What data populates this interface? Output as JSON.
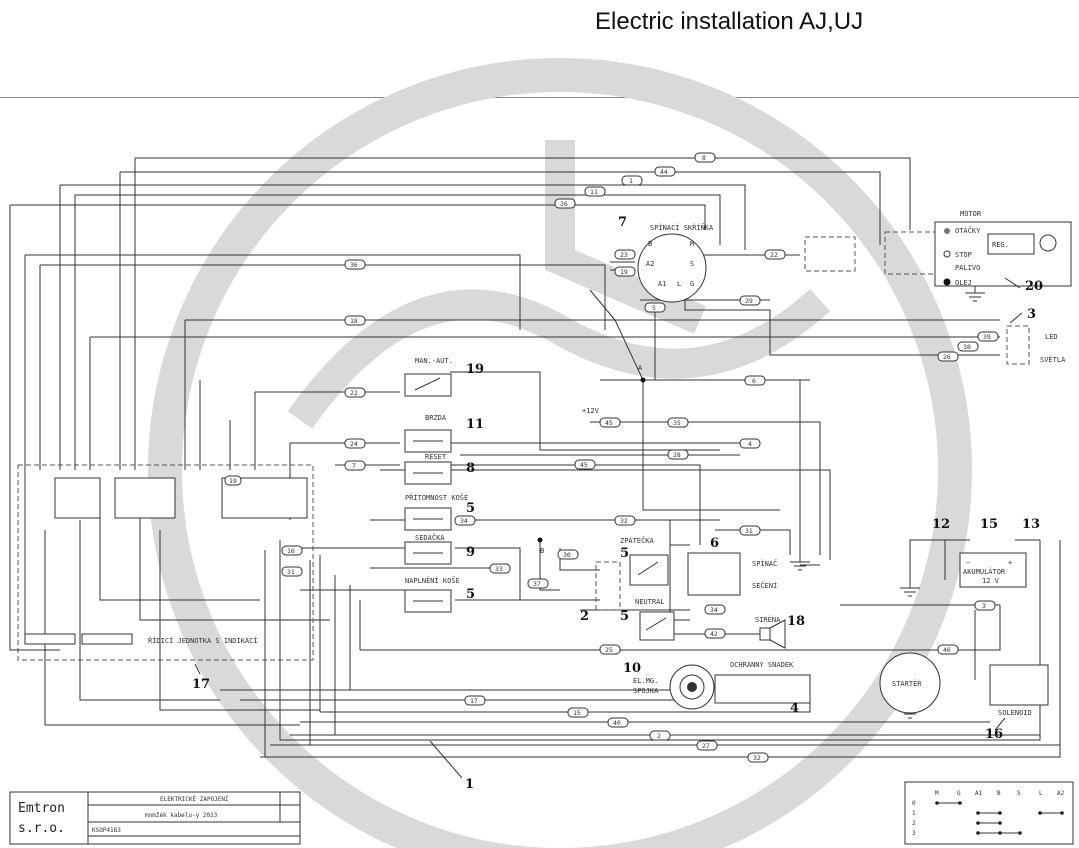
{
  "header": {
    "title": "Electric installation AJ,UJ"
  },
  "components": {
    "ignition_switch": "SPÍNACÍ SKŘÍŇKA",
    "ign_terms": [
      "B",
      "M",
      "A2",
      "S",
      "A1",
      "L",
      "G"
    ],
    "motor": "MOTOR",
    "otacky": "OTÁČKY",
    "stop": "STOP",
    "palivo": "PALIVO",
    "olej": "OLEJ",
    "reg": "REG.",
    "led": "LED",
    "svetla": "SVĚTLA",
    "man_aut": "MAN.-AUT.",
    "brzda": "BRZDA",
    "reset": "RESET",
    "pritomnost_kose": "PŘÍTOMNOST KOŠE",
    "sedacka": "SEDAČKA",
    "naplneni_kose": "NAPLNĚNÍ KOŠE",
    "zpatecka": "ZPÁTEČKA",
    "neutral": "NEUTRAL",
    "spinac": "SPÍNAČ",
    "seceni": "SEČENÍ",
    "sirena": "SIRÉNA",
    "el_mag": "EL.MG.",
    "spojka": "SPOJKA",
    "ochranny": "OCHRANNÝ SNADEK",
    "akumulator": "AKUMULÁTOR",
    "volt": "12 V",
    "starter": "STARTÉR",
    "solenoid": "SOLENOID",
    "ridici": "ŘÍDICÍ JEDNOTKA S INDIKACÍ",
    "plus12": "+12V",
    "node_a": "A",
    "node_b": "B",
    "minus": "−",
    "plus": "+",
    "nine": "9"
  },
  "wire_numbers": [
    "8",
    "44",
    "1",
    "11",
    "26",
    "23",
    "19",
    "22",
    "36",
    "29",
    "5",
    "18",
    "39",
    "38",
    "26",
    "6",
    "22",
    "45",
    "35",
    "24",
    "28",
    "4",
    "45",
    "7",
    "31",
    "34",
    "32",
    "33",
    "30",
    "37",
    "31",
    "16",
    "25",
    "34",
    "42",
    "19",
    "17",
    "15",
    "40",
    "2",
    "27",
    "32",
    "3",
    "46"
  ],
  "callouts": [
    "1",
    "2",
    "3",
    "4",
    "5",
    "5",
    "5",
    "5",
    "6",
    "7",
    "8",
    "9",
    "10",
    "11",
    "12",
    "13",
    "15",
    "16",
    "17",
    "18",
    "19",
    "20"
  ],
  "title_block": {
    "company_line1": "Emtron",
    "company_line2": "s.r.o.",
    "title": "ELEKTRICKÉ ZAPOJENÍ",
    "subtitle": "mnmžék kabelu-y 2023",
    "code": "KSOP4183"
  },
  "switch_table": {
    "header": [
      "M",
      "G",
      "A1",
      "B",
      "S",
      "L",
      "A2"
    ],
    "rows": [
      "0",
      "1",
      "2",
      "3"
    ]
  },
  "colors": {
    "line": "#333333",
    "watermark": "#d9d9d9"
  }
}
